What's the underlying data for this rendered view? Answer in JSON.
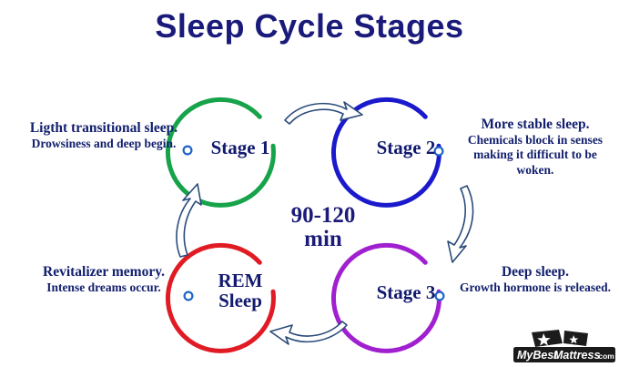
{
  "title": "Sleep Cycle Stages",
  "center": {
    "duration_line1": "90-120",
    "duration_line2": "min"
  },
  "nodes": [
    {
      "id": "stage-1",
      "label": "Stage 1",
      "color": "#16a34a",
      "desc_head": "Ligtht transitional sleep.",
      "desc_body": "Drowsiness and deep begin."
    },
    {
      "id": "stage-2",
      "label": "Stage 2",
      "color": "#1a1acc",
      "desc_head": "More stable sleep.",
      "desc_body": "Chemicals block in senses making it difficult to be woken."
    },
    {
      "id": "stage-3",
      "label": "Stage 3",
      "color": "#a020d0",
      "desc_head": "Deep sleep.",
      "desc_body": "Growth hormone is released."
    },
    {
      "id": "rem-sleep",
      "label": "REM\nSleep",
      "color": "#e01b24",
      "desc_head": "Revitalizer memory.",
      "desc_body": "Intense dreams occur."
    }
  ],
  "colors": {
    "title": "#1a1a7a",
    "text": "#13206e",
    "arrow": "#2a4a7a",
    "connector_dot": "#1f63c8",
    "background": "#ffffff"
  },
  "watermark": {
    "name_part_1": "MyBest",
    "name_part_2": "Mattress",
    "tld": ".com"
  },
  "icons": {
    "arrow_top": "curved-arrow-right-icon",
    "arrow_right": "curved-arrow-down-icon",
    "arrow_bottom": "curved-arrow-left-icon",
    "arrow_left": "curved-arrow-up-icon"
  }
}
